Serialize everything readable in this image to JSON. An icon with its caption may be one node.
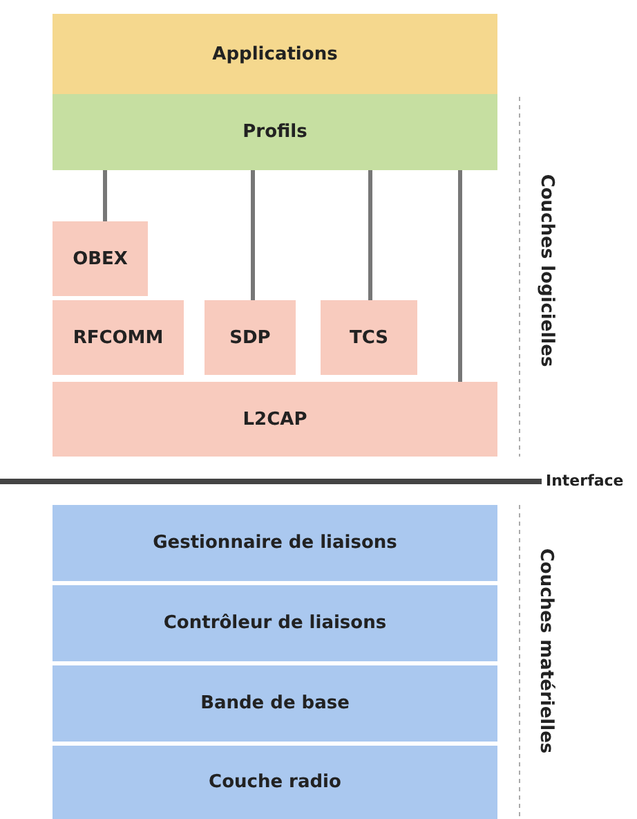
{
  "diagram": {
    "nodes": [
      {
        "text": [
          "Applications"
        ]
      },
      {
        "text": [
          "Profils"
        ]
      },
      {
        "text": [
          "OBEX"
        ]
      },
      {
        "text": [
          "RFCOMM"
        ]
      },
      {
        "text": [
          "SDP"
        ]
      },
      {
        "text": [
          "TCS"
        ]
      },
      {
        "text": [
          "L2CAP"
        ]
      },
      {
        "text": [
          "Gestionnaire de liaisons"
        ]
      },
      {
        "text": [
          "Contrôleur de liaisons"
        ]
      },
      {
        "text": [
          "Bande de base"
        ]
      },
      {
        "text": [
          "Couche radio"
        ]
      }
    ],
    "edges": [
      {
        "from": 1,
        "to": 2,
        "arrow": "none"
      },
      {
        "from": 1,
        "to": 4,
        "arrow": "none"
      },
      {
        "from": 1,
        "to": 5,
        "arrow": "none"
      },
      {
        "from": 1,
        "to": 6,
        "arrow": "none"
      }
    ],
    "labels": [
      "Couches logicielles",
      "Interface",
      "Couches matérielles"
    ]
  }
}
